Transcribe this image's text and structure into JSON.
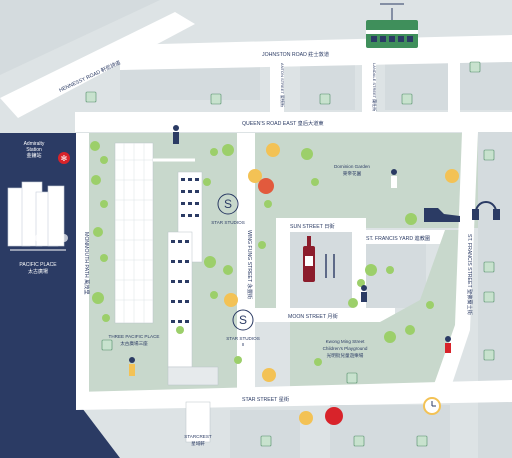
{
  "streets": {
    "hennessy": "HENNESSY ROAD 軒尼詩道",
    "johnston": "JOHNSTON ROAD 莊士敦道",
    "anton": "ANTON STREET 晏頓街",
    "landale": "LANDALE STREET 蘭杜街",
    "queens": "QUEEN'S ROAD EAST 皇后大道東",
    "monmouth": "MONMOUTH PATH 萬茂里",
    "wing_fung": "WING FUNG STREET 永豐街",
    "sun": "SUN STREET 日街",
    "st_francis_yard": "ST. FRANCIS YARD 進教圍",
    "st_francis_street": "ST. FRANCIS STREET 聖佛蘭士街",
    "moon": "MOON STREET 月街",
    "star": "STAR STREET 星街"
  },
  "places": {
    "admiralty_en": "Admiralty",
    "admiralty_en2": "Station",
    "admiralty_zh": "金鐘站",
    "pacific_place_en": "PACIFIC PLACE",
    "pacific_place_zh": "太古廣場",
    "three_pacific_en": "THREE PACIFIC PLACE",
    "three_pacific_zh": "太古廣場三座",
    "star_studios_1": "STAR STUDIOS",
    "star_studios_2": "STAR STUDIOS",
    "star_studios_2_sub": "II",
    "dominion_en": "Dominion Garden",
    "dominion_zh": "東帝花園",
    "kwong_en1": "Kwong Ming Street",
    "kwong_en2": "Children's Playground",
    "kwong_zh": "光明街兒童遊樂場",
    "starcrest_en": "STARCREST",
    "starcrest_zh": "星域軒"
  },
  "icons": {
    "tram": "tram-icon",
    "shopping": "shopping-bag-icon",
    "restaurant": "fork-knife-icon",
    "wine": "wine-bottle-icon",
    "headphones": "headphones-icon",
    "shoe": "shoe-icon",
    "clock": "clock-icon",
    "mtr": "mtr-logo-icon",
    "star_studios_logo": "star-studios-logo"
  },
  "colors": {
    "land": "#dde3e5",
    "road": "#ffffff",
    "park": "#c8d8cc",
    "harbour_block": "#2b3b64",
    "tram_green": "#3f8f5b",
    "tree": "#9ccf6a",
    "icon_orange": "#f3c255",
    "label": "#2b3b64",
    "mtr_red": "#d8232a"
  }
}
